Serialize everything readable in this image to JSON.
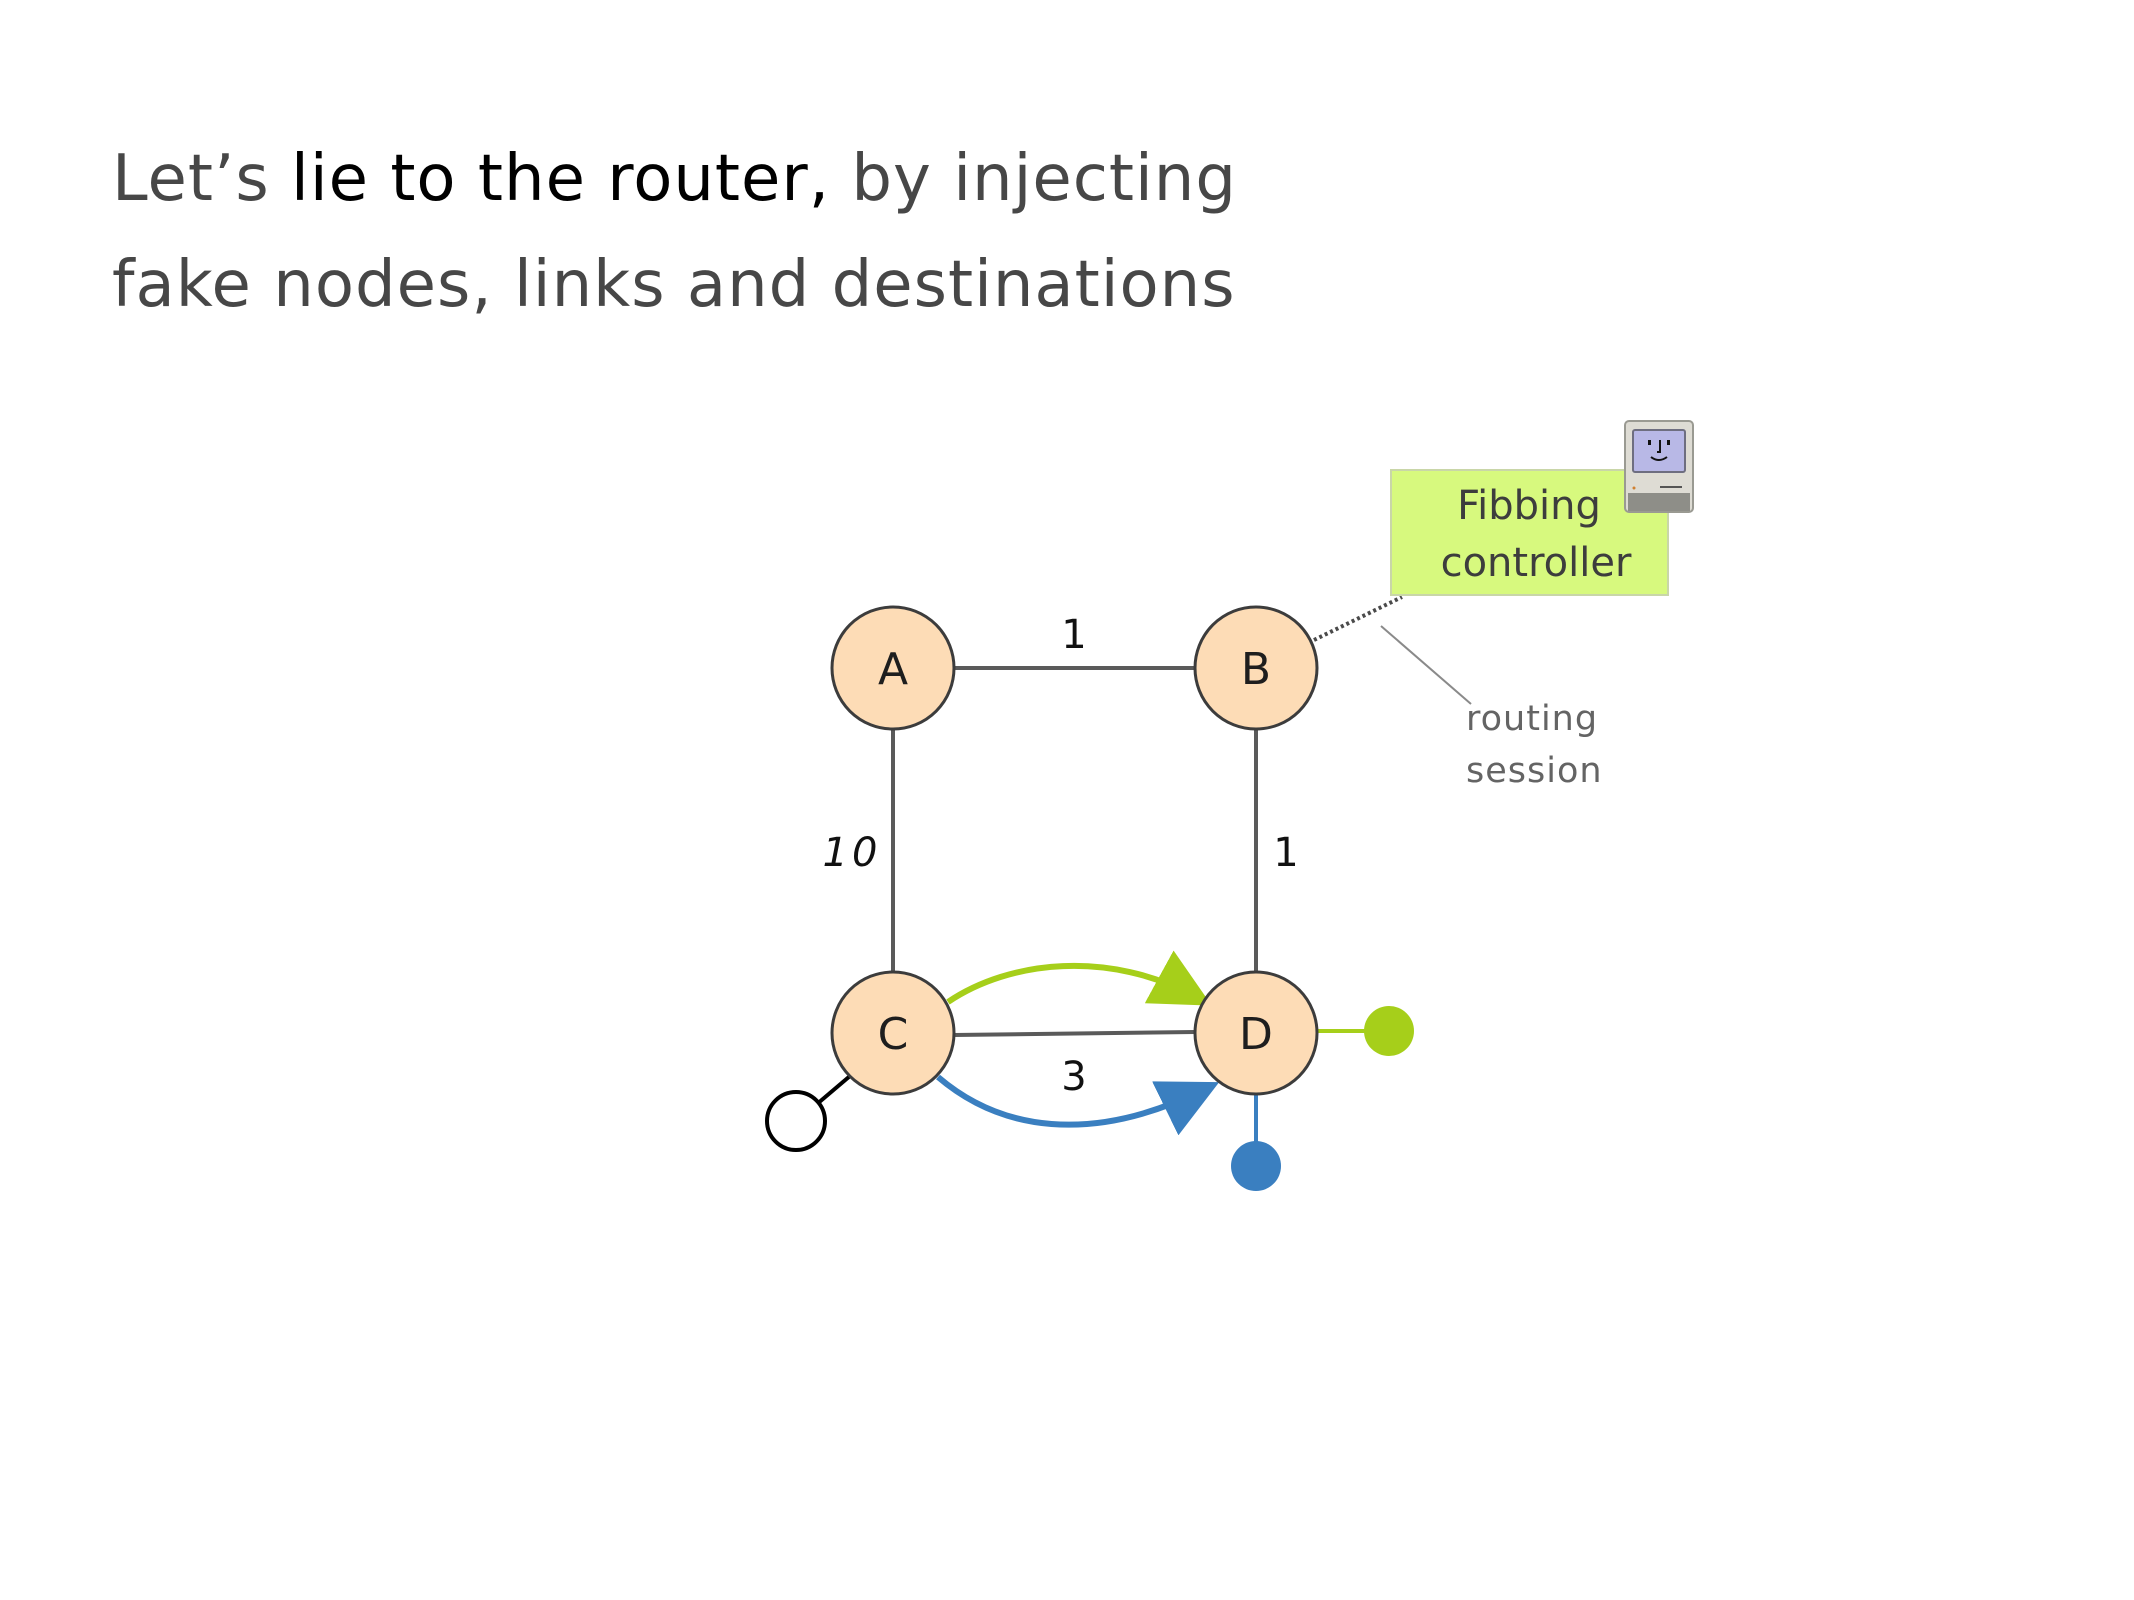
{
  "slide": {
    "title": {
      "line1_pre": "Let’s ",
      "line1_highlight": "lie to the router,",
      "line1_post": " by injecting",
      "line2": "fake nodes, links and destinations"
    }
  },
  "diagram": {
    "nodes": [
      {
        "id": "A",
        "label": "A"
      },
      {
        "id": "B",
        "label": "B"
      },
      {
        "id": "C",
        "label": "C"
      },
      {
        "id": "D",
        "label": "D"
      }
    ],
    "links": [
      {
        "from": "A",
        "to": "B",
        "weight": "1"
      },
      {
        "from": "A",
        "to": "C",
        "weight": "10",
        "italic": true
      },
      {
        "from": "B",
        "to": "D",
        "weight": "1"
      },
      {
        "from": "C",
        "to": "D",
        "weight": "3"
      }
    ],
    "paths": [
      {
        "name": "green-path",
        "from": "C",
        "to": "D",
        "color": "#a6cf1a"
      },
      {
        "name": "blue-path",
        "from": "C",
        "to": "D",
        "color": "#3a7fc0"
      }
    ],
    "destinations": [
      {
        "name": "green-destination",
        "attached_to": "D",
        "color": "#a6cf1a"
      },
      {
        "name": "blue-destination",
        "attached_to": "D",
        "color": "#3a7fc0"
      },
      {
        "name": "source-host",
        "attached_to": "C",
        "color": "#000000",
        "hollow": true
      }
    ],
    "controller": {
      "line1": "Fibbing",
      "line2": "controller",
      "fill": "#d7f97e",
      "icon": "classic-mac-icon"
    },
    "session": {
      "line1": "routing",
      "line2": "session"
    },
    "colors": {
      "node_fill": "#fddcb6",
      "node_stroke": "#3c3c3c",
      "link": "#5a5a5a"
    }
  }
}
